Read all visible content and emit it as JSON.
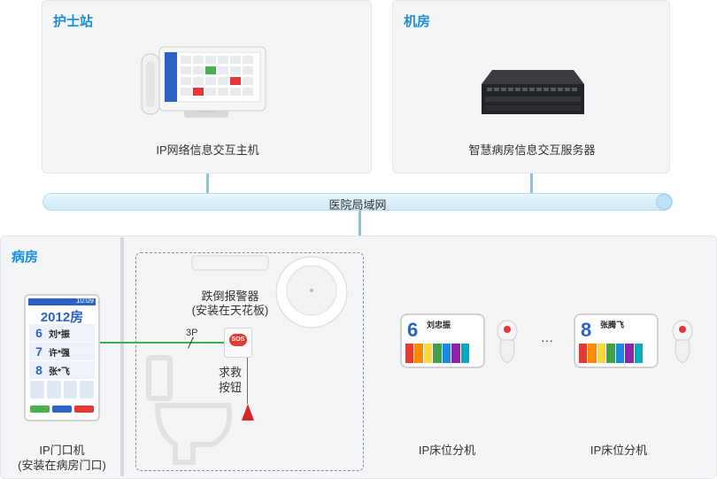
{
  "nurse_station": {
    "title": "护士站",
    "device_label": "IP网络信息交互主机"
  },
  "server_room": {
    "title": "机房",
    "device_label": "智慧病房信息交互服务器"
  },
  "network": {
    "label": "医院局域网"
  },
  "ward": {
    "title": "病房",
    "door_unit": {
      "room_number": "2012房",
      "time": "10:09",
      "beds": [
        {
          "number": "6",
          "name": "刘*振"
        },
        {
          "number": "7",
          "name": "许*强"
        },
        {
          "number": "8",
          "name": "张*飞"
        }
      ],
      "label_line1": "IP门口机",
      "label_line2": "(安装在病房门口)"
    },
    "fall_alarm": {
      "label_line1": "跌倒报警器",
      "label_line2": "(安装在天花板)"
    },
    "emergency_button": {
      "label_line1": "求救",
      "label_line2": "按钮",
      "sos_text": "SOS"
    },
    "cable_label": "3P",
    "bed_unit_1": {
      "bed_number": "6",
      "name": "刘忠振",
      "label": "IP床位分机"
    },
    "bed_unit_2": {
      "bed_number": "8",
      "name": "张腾飞",
      "label": "IP床位分机"
    },
    "ellipsis": "···"
  },
  "colors": {
    "accent_blue": "#1a8de0",
    "link_green": "#37b34a",
    "bus_blue": "#7cc9ea"
  }
}
